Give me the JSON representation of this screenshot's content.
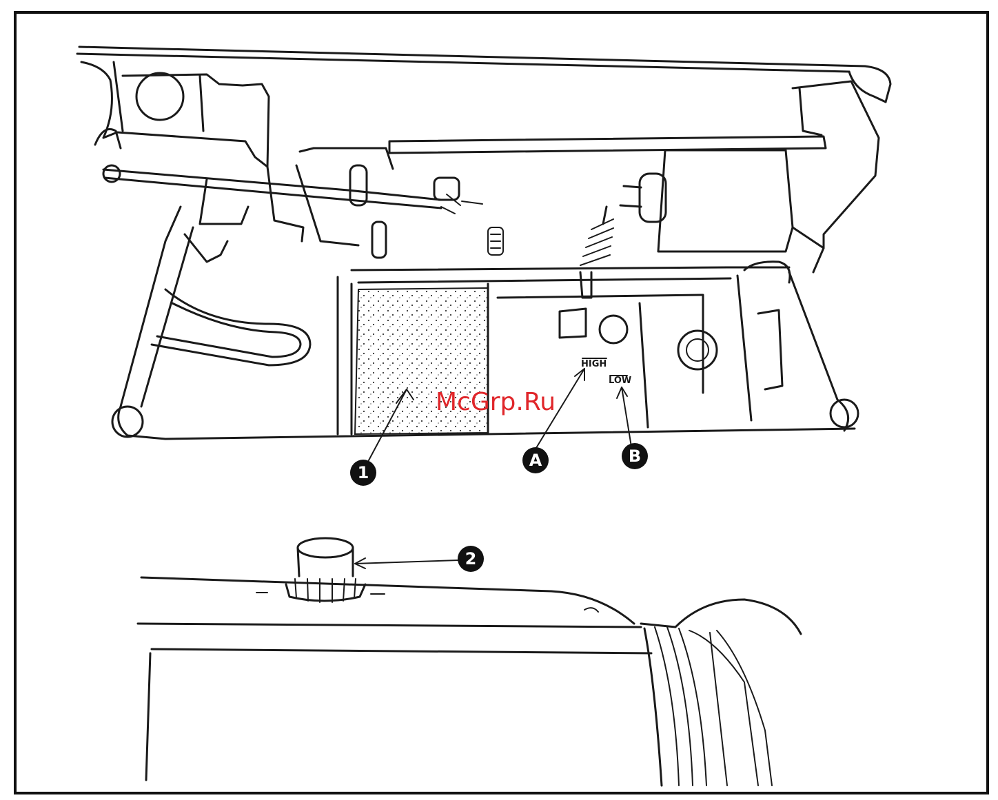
{
  "callouts": {
    "oil_reservoir": "1",
    "point_a": "A",
    "point_b": "B",
    "oil_cap": "2"
  },
  "level_marks": {
    "high": "HIGH",
    "low": "LOW"
  },
  "watermark": {
    "text": "McGrp.Ru",
    "color": "#e0262a"
  }
}
